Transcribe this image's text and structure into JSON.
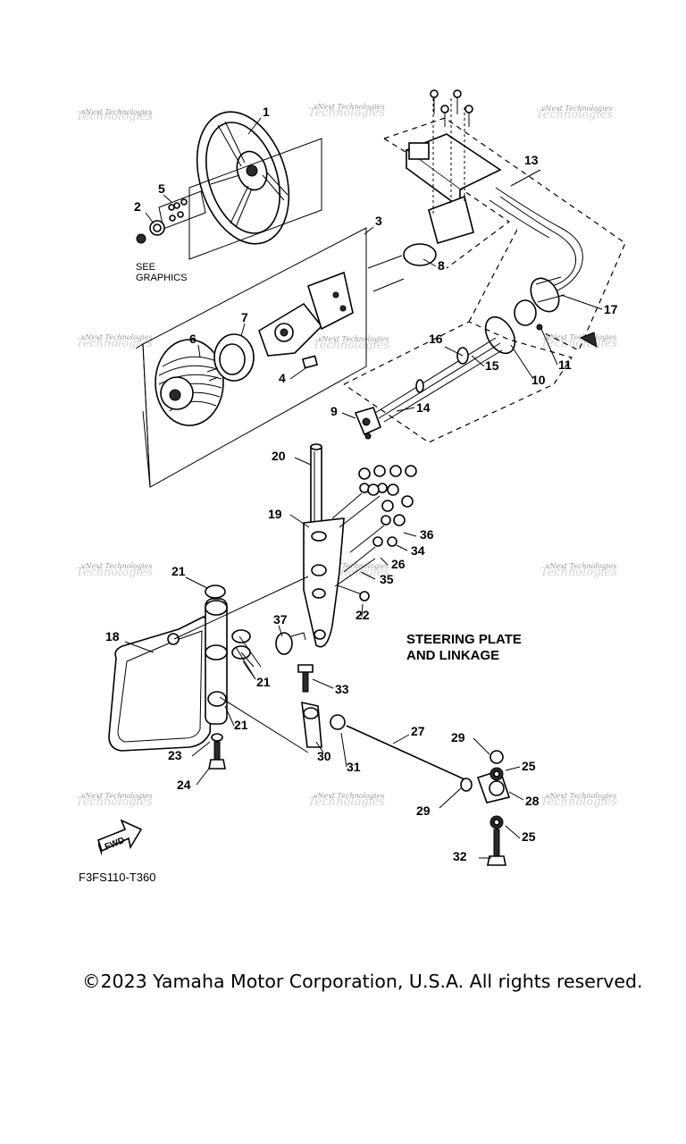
{
  "watermark": {
    "line1": "vNext Technologies",
    "line2": "Technologies"
  },
  "callouts": {
    "p1": "1",
    "p2": "2",
    "p3": "3",
    "p4": "4",
    "p5": "5",
    "p6": "6",
    "p7": "7",
    "p8": "8",
    "p9": "9",
    "p10": "10",
    "p11": "11",
    "p13": "13",
    "p14": "14",
    "p15": "15",
    "p16": "16",
    "p17": "17",
    "p18": "18",
    "p19": "19",
    "p20": "20",
    "p21": "21",
    "p22": "22",
    "p23": "23",
    "p24": "24",
    "p25": "25",
    "p26": "26",
    "p27": "27",
    "p28": "28",
    "p29": "29",
    "p30": "30",
    "p31": "31",
    "p32": "32",
    "p33": "33",
    "p34": "34",
    "p35": "35",
    "p36": "36",
    "p37": "37"
  },
  "see_graphics": {
    "line1": "SEE",
    "line2": "GRAPHICS"
  },
  "section_title": {
    "line1": "STEERING PLATE",
    "line2": "AND LINKAGE"
  },
  "fwd_label": "FWD",
  "figure_ref": "F3FS110-T360",
  "copyright": "©2023 Yamaha Motor Corporation, U.S.A. All rights reserved."
}
